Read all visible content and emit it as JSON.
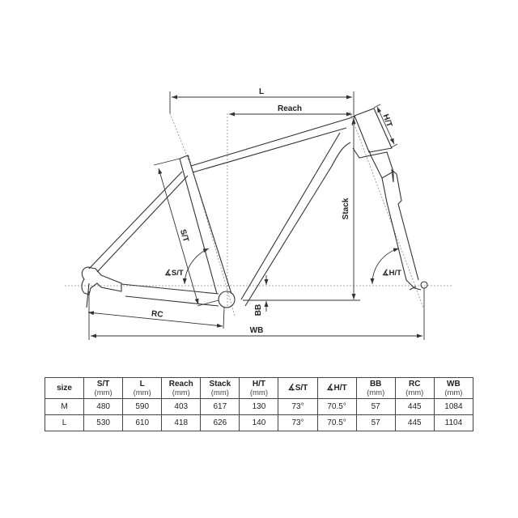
{
  "diagram": {
    "labels": {
      "L": "L",
      "reach": "Reach",
      "ht": "H/T",
      "stack": "Stack",
      "st": "S/T",
      "st_angle": "∡S/T",
      "ht_angle": "∡H/T",
      "rc": "RC",
      "bb": "BB",
      "wb": "WB"
    }
  },
  "table": {
    "headers": [
      {
        "label": "size",
        "unit": ""
      },
      {
        "label": "S/T",
        "unit": "(mm)"
      },
      {
        "label": "L",
        "unit": "(mm)"
      },
      {
        "label": "Reach",
        "unit": "(mm)"
      },
      {
        "label": "Stack",
        "unit": "(mm)"
      },
      {
        "label": "H/T",
        "unit": "(mm)"
      },
      {
        "label": "∡S/T",
        "unit": ""
      },
      {
        "label": "∡H/T",
        "unit": ""
      },
      {
        "label": "BB",
        "unit": "(mm)"
      },
      {
        "label": "RC",
        "unit": "(mm)"
      },
      {
        "label": "WB",
        "unit": "(mm)"
      }
    ],
    "rows": [
      [
        "M",
        "480",
        "590",
        "403",
        "617",
        "130",
        "73°",
        "70.5°",
        "57",
        "445",
        "1084"
      ],
      [
        "L",
        "530",
        "610",
        "418",
        "626",
        "140",
        "73°",
        "70.5°",
        "57",
        "445",
        "1104"
      ]
    ]
  }
}
